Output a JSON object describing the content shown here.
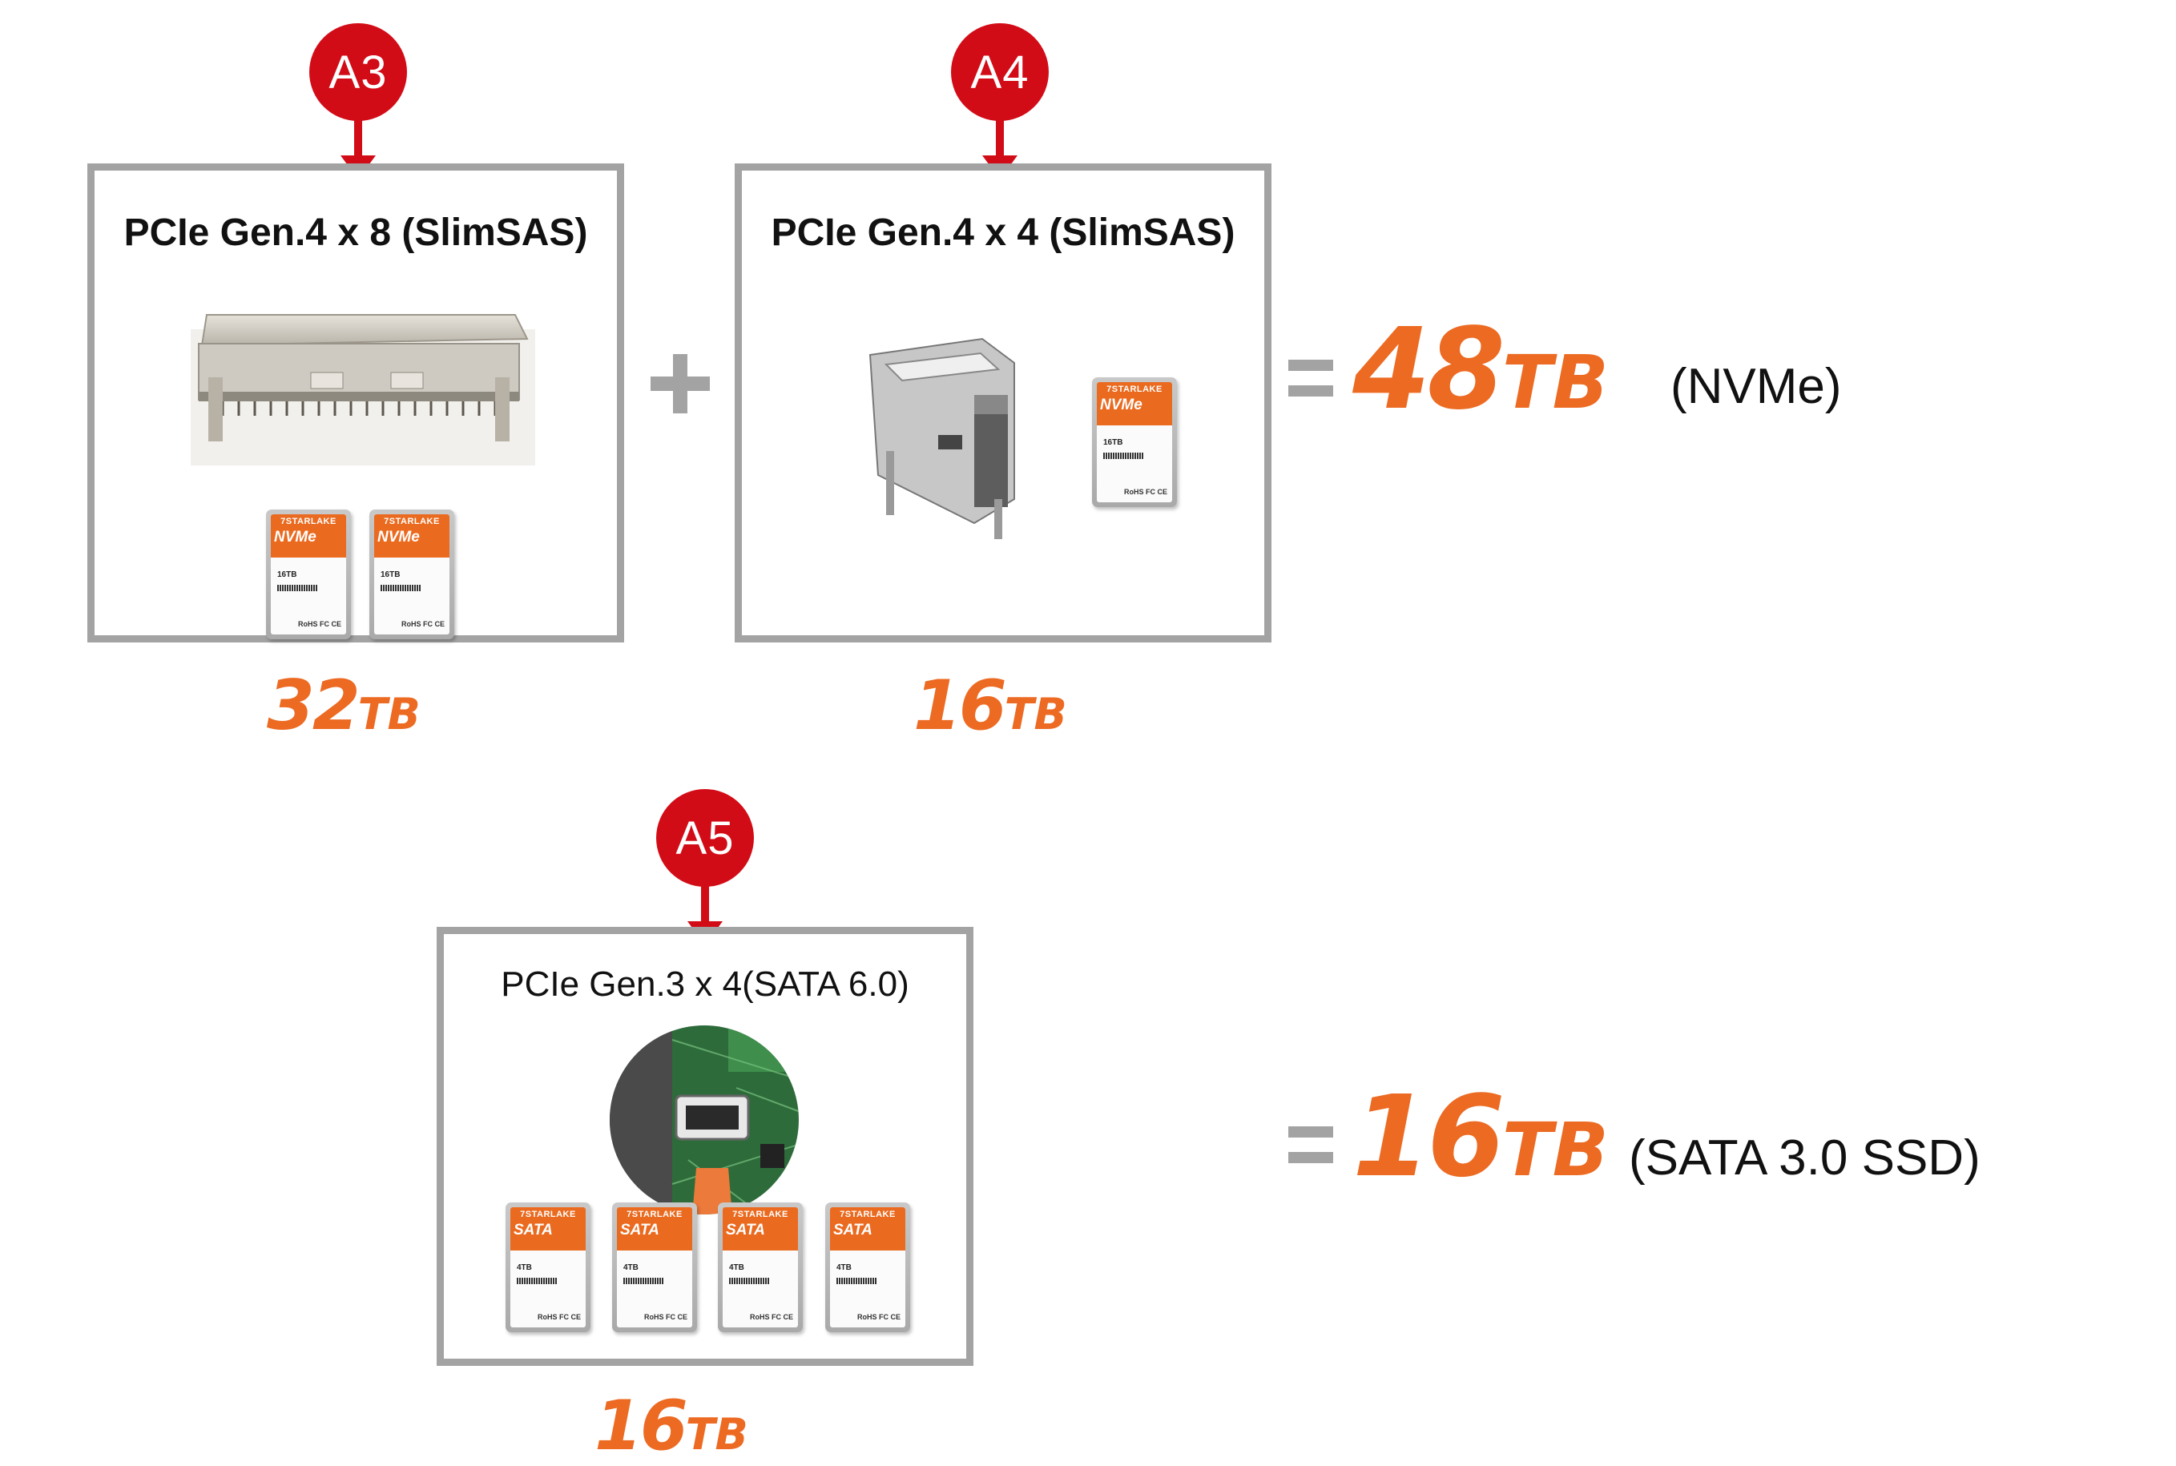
{
  "markers": {
    "a3": "A3",
    "a4": "A4",
    "a5": "A5"
  },
  "box_a3": {
    "title": "PCIe Gen.4 x 8 (SlimSAS)"
  },
  "box_a4": {
    "title": "PCIe Gen.4 x 4 (SlimSAS)"
  },
  "box_a5": {
    "title": "PCIe Gen.3 x 4(SATA 6.0)"
  },
  "ssd": {
    "brand": "7STARLAKE",
    "nvme_label": "NVMe",
    "sata_label": "SATA",
    "nvme_capacity": "16TB",
    "sata_capacity": "4TB",
    "cert": "RoHS FC CE"
  },
  "capacities": {
    "a3": {
      "num": "32",
      "unit": "TB"
    },
    "a4": {
      "num": "16",
      "unit": "TB"
    },
    "a5": {
      "num": "16",
      "unit": "TB"
    }
  },
  "totals": {
    "nvme": {
      "num": "48",
      "unit": "TB",
      "note": "(NVMe)"
    },
    "sata": {
      "num": "16",
      "unit": "TB",
      "note": "(SATA 3.0 SSD)"
    }
  },
  "colors": {
    "marker_red": "#d20c17",
    "capacity_orange": "#ec6a22",
    "frame_gray": "#a3a3a3"
  }
}
